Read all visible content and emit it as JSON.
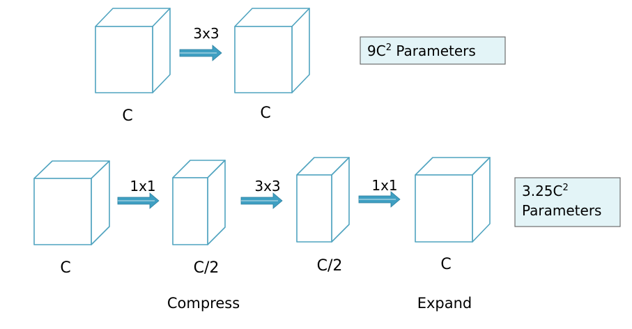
{
  "top_row": {
    "left_cube_label": "C",
    "right_cube_label": "C",
    "arrow_label": "3x3",
    "params": {
      "prefix": "9C",
      "sup": "2",
      "suffix": " Parameters"
    }
  },
  "bottom_row": {
    "cube_labels": [
      "C",
      "C/2",
      "C/2",
      "C"
    ],
    "arrow_labels": [
      "1x1",
      "3x3",
      "1x1"
    ],
    "params": {
      "line1_prefix": "3.25C",
      "line1_sup": "2",
      "line2": "Parameters"
    },
    "compress_label": "Compress",
    "expand_label": "Expand"
  },
  "colors": {
    "cube_stroke": "#4fa3bf",
    "arrow_fill": "#3f9fc2",
    "param_box_fill": "#e3f4f7"
  },
  "icons": [
    "cube",
    "arrow-right-icon"
  ]
}
